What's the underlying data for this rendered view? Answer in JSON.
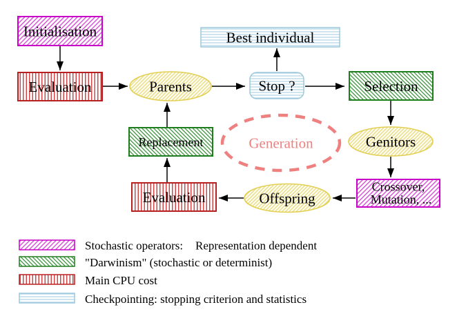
{
  "nodes": {
    "initialisation": {
      "label": "Initialisation"
    },
    "evaluation_top": {
      "label": "Evaluation"
    },
    "parents": {
      "label": "Parents"
    },
    "best_individual": {
      "label": "Best individual"
    },
    "stop": {
      "label": "Stop ?"
    },
    "selection": {
      "label": "Selection"
    },
    "genitors": {
      "label": "Genitors"
    },
    "crossover": {
      "line1": "Crossover,",
      "line2": "Mutation, ..."
    },
    "offspring": {
      "label": "Offspring"
    },
    "evaluation_bottom": {
      "label": "Evaluation"
    },
    "replacement": {
      "label": "Replacement"
    },
    "generation": {
      "label": "Generation"
    }
  },
  "legend": {
    "stochastic": {
      "label": "Stochastic operators:",
      "label_suffix": "Representation dependent"
    },
    "darwinism": {
      "label": "\"Darwinism\" (stochastic or determinist)"
    },
    "cpu": {
      "label": "Main CPU cost"
    },
    "checkpointing": {
      "label": "Checkpointing: stopping criterion and statistics"
    }
  },
  "colors": {
    "magenta": "#cc00cc",
    "gold": "#f0d000",
    "dark_green": "#117711",
    "dark_red": "#b01010",
    "light_blue": "#8cc4e4",
    "salmon": "#ee8080",
    "yellow_border": "#e2cf52",
    "arrow_black": "#000000"
  }
}
